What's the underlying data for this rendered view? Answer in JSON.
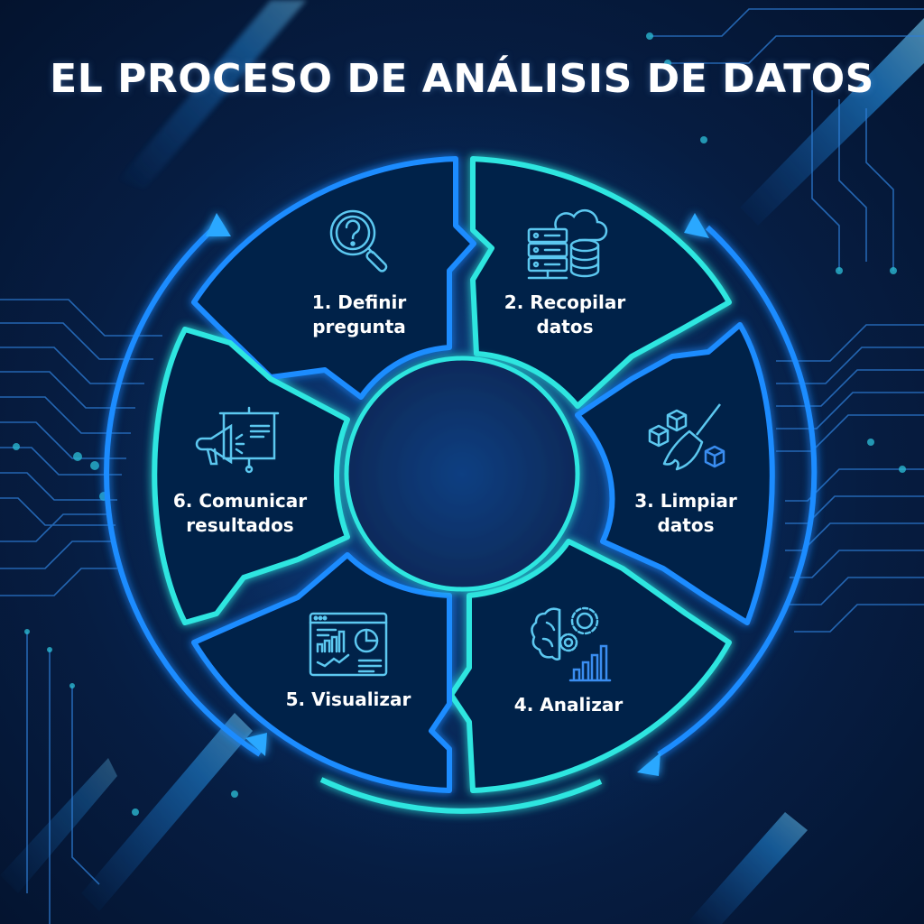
{
  "title": "EL PROCESO DE ANÁLISIS DE DATOS",
  "colors": {
    "background_dark": "#04132e",
    "background_mid": "#0c3a78",
    "ring_blue": "#1e8cff",
    "ring_cyan": "#2ee6e0",
    "icon_stroke": "#5cc8f0",
    "text": "#ffffff"
  },
  "steps": [
    {
      "number": 1,
      "line1": "1. Definir",
      "line2": "pregunta",
      "icon": "magnifier-question-icon"
    },
    {
      "number": 2,
      "line1": "2. Recopilar",
      "line2": "datos",
      "icon": "server-cloud-database-icon"
    },
    {
      "number": 3,
      "line1": "3. Limpiar",
      "line2": "datos",
      "icon": "broom-cubes-icon"
    },
    {
      "number": 4,
      "line1": "4. Analizar",
      "line2": "",
      "icon": "brain-gears-chart-icon"
    },
    {
      "number": 5,
      "line1": "5. Visualizar",
      "line2": "",
      "icon": "dashboard-chart-icon"
    },
    {
      "number": 6,
      "line1": "6. Comunicar",
      "line2": "resultados",
      "icon": "megaphone-presentation-icon"
    }
  ]
}
